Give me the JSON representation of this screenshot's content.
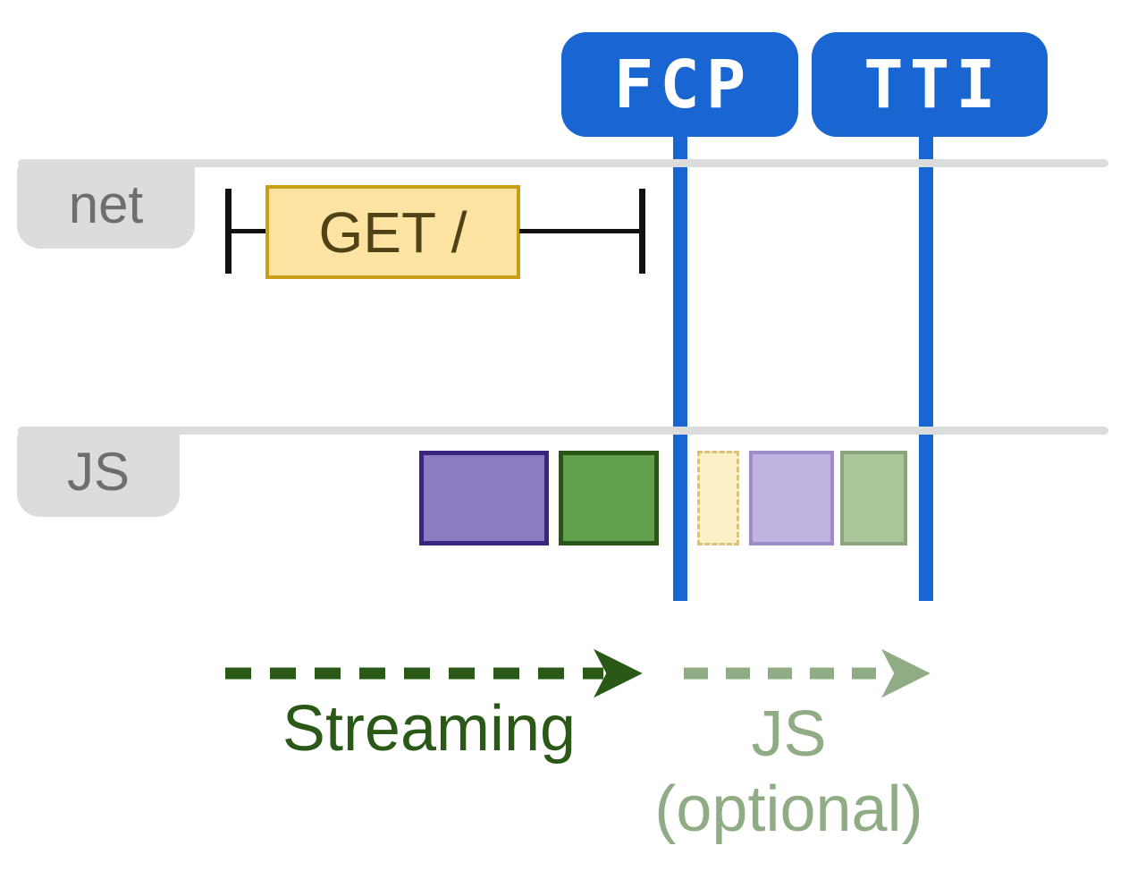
{
  "markers": [
    {
      "id": "fcp",
      "label": "FCP"
    },
    {
      "id": "tti",
      "label": "TTI"
    }
  ],
  "lanes": [
    {
      "id": "net",
      "label": "net"
    },
    {
      "id": "js",
      "label": "JS"
    }
  ],
  "network_request": {
    "label": "GET /"
  },
  "js_tasks": [
    {
      "name": "task-purple-solid",
      "phase": "streaming"
    },
    {
      "name": "task-green-solid",
      "phase": "streaming"
    },
    {
      "name": "task-yellow-faded",
      "phase": "js-optional"
    },
    {
      "name": "task-purple-faded",
      "phase": "js-optional"
    },
    {
      "name": "task-green-faded",
      "phase": "js-optional"
    }
  ],
  "annotations": [
    {
      "id": "streaming",
      "label": "Streaming"
    },
    {
      "id": "js-optional",
      "label": "JS",
      "sublabel": "(optional)"
    }
  ],
  "colors": {
    "marker_blue": "#1966d2",
    "badge_text": "#ffffff",
    "lane_grey": "#dcdcdc",
    "lane_label_text": "#6e6e6e",
    "request_fill": "#fce3a1",
    "request_border": "#c79e15",
    "request_text": "#4f4217",
    "whisker_black": "#111111",
    "task_purple": "#8b7bc1",
    "task_purple_border": "#392580",
    "task_green": "#61a04d",
    "task_green_border": "#2b5417",
    "task_yellow_faded": "#fbf0c6",
    "task_yellow_faded_border": "#dcc17a",
    "task_purple_faded": "#c0b3e2",
    "task_purple_faded_border": "#9d8dc6",
    "task_green_faded": "#a9c79a",
    "task_green_faded_border": "#8ba37f",
    "streaming_green": "#2a5817",
    "optional_green": "#8fac85"
  }
}
